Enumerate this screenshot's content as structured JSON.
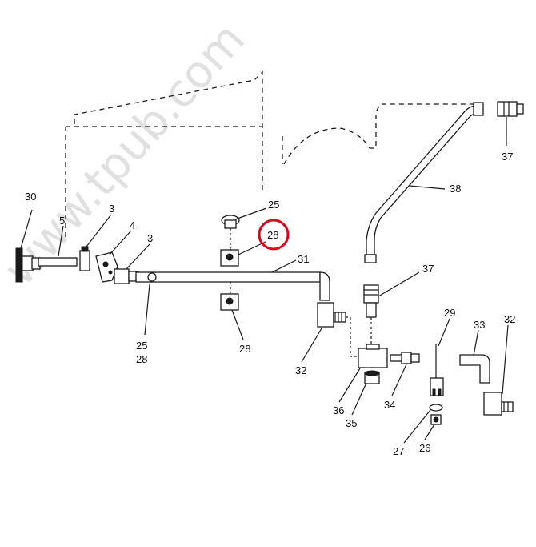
{
  "watermark": "www.tpub.com",
  "callouts": {
    "c30": "30",
    "c5": "5",
    "c3a": "3",
    "c4": "4",
    "c3b": "3",
    "c25a": "25",
    "c28a": "28",
    "c31": "31",
    "c25b": "25",
    "c28b": "28",
    "c28c": "28",
    "c32a": "32",
    "c38": "38",
    "c37a": "37",
    "c37b": "37",
    "c29": "29",
    "c33": "33",
    "c32b": "32",
    "c36": "36",
    "c35": "35",
    "c34": "34",
    "c27": "27",
    "c26": "26"
  },
  "highlight_color": "#e0001a"
}
